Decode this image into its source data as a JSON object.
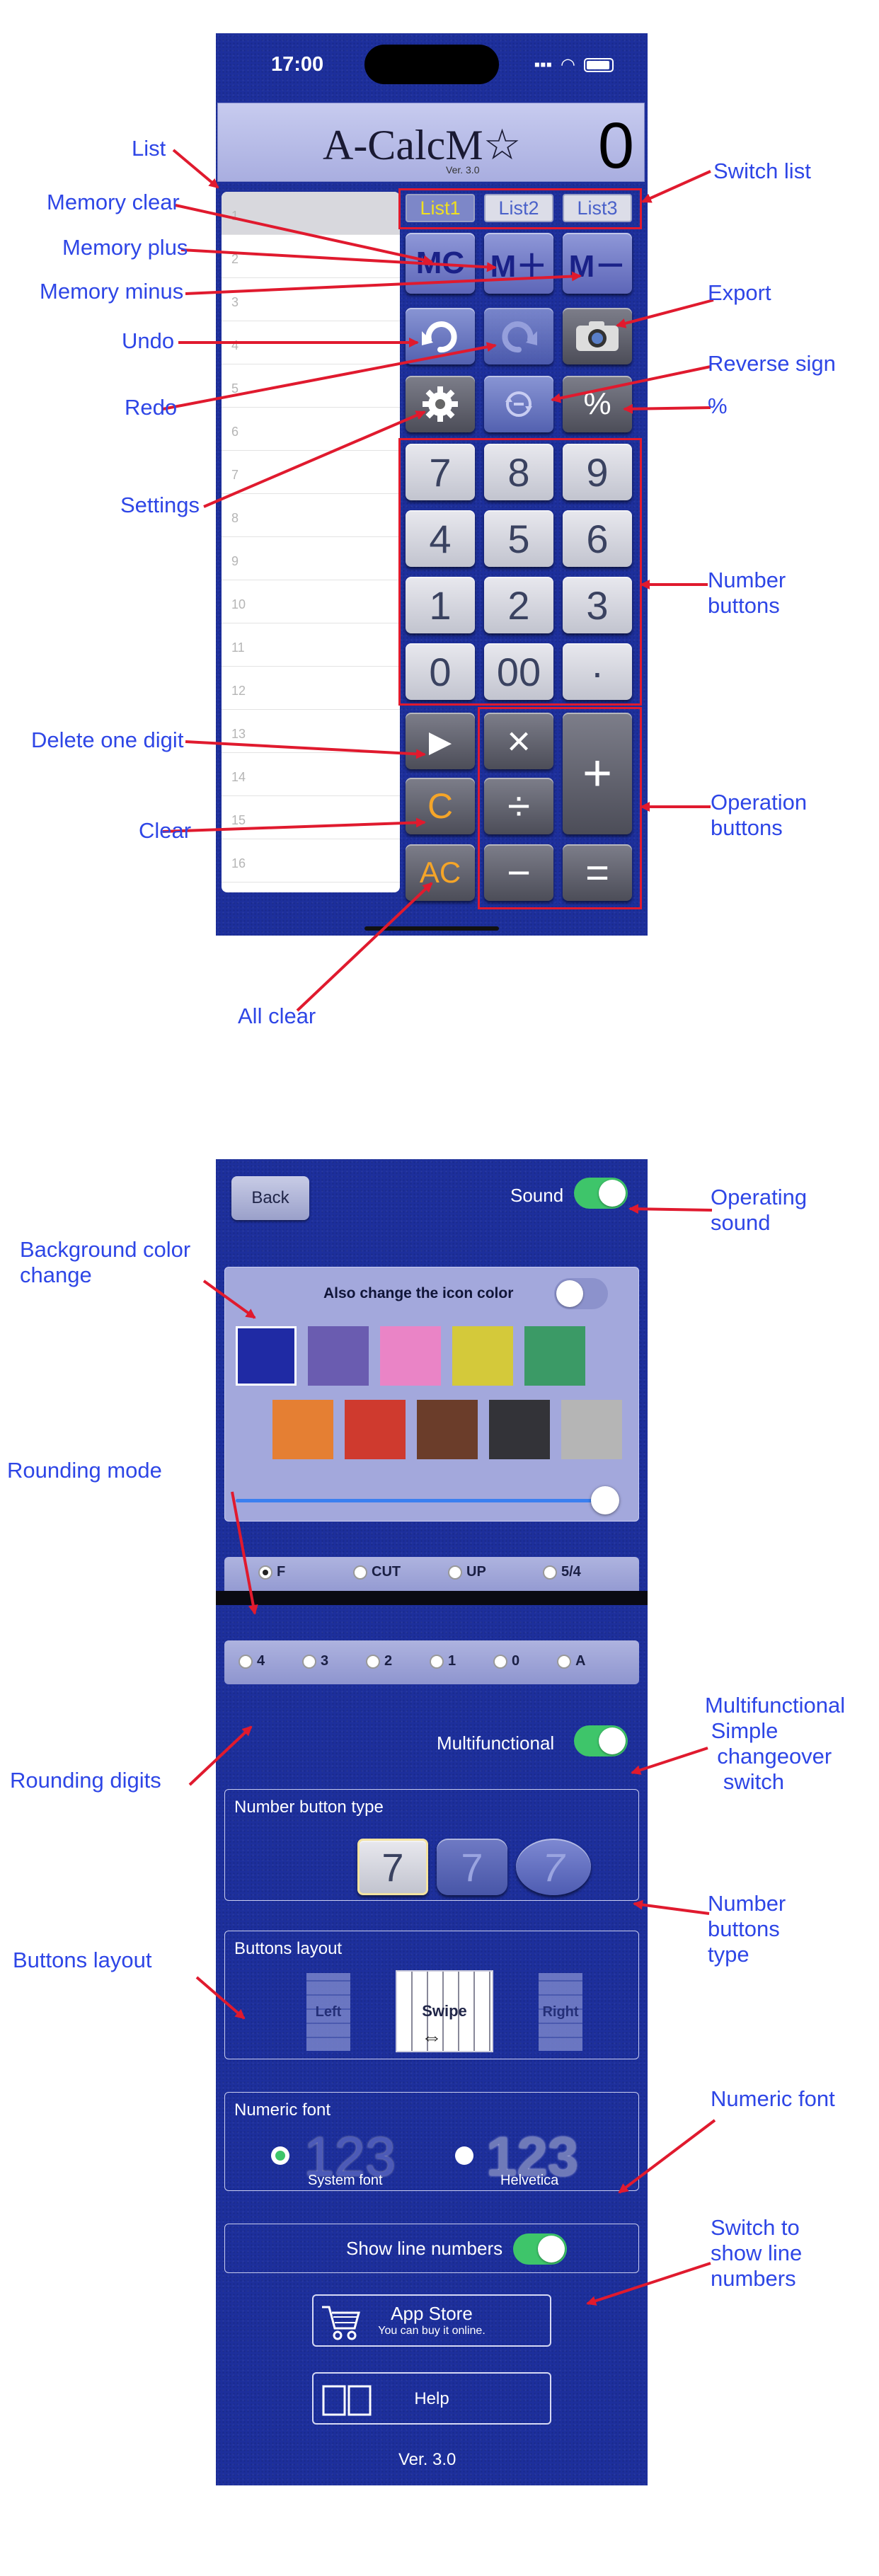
{
  "status": {
    "time": "17:00"
  },
  "calculator": {
    "app_name": "A-CalcM",
    "star": "☆",
    "version_small": "Ver. 3.0",
    "display_value": "0",
    "list_tabs": [
      "List1",
      "List2",
      "List3"
    ],
    "list_rows": [
      "1",
      "2",
      "3",
      "4",
      "5",
      "6",
      "7",
      "8",
      "9",
      "10",
      "11",
      "12",
      "13",
      "14",
      "15",
      "16"
    ],
    "keys": {
      "mc": "MC",
      "mplus": "M＋",
      "mminus": "M－",
      "percent": "%",
      "n7": "7",
      "n8": "8",
      "n9": "9",
      "n4": "4",
      "n5": "5",
      "n6": "6",
      "n1": "1",
      "n2": "2",
      "n3": "3",
      "n0": "0",
      "n00": "00",
      "dot": "·",
      "delete": "▶",
      "clear": "C",
      "allclear": "AC",
      "multiply": "×",
      "divide": "÷",
      "minus": "−",
      "plus": "+",
      "equals": "="
    }
  },
  "annotations_top": {
    "list": "List",
    "memory_clear": "Memory clear",
    "memory_plus": "Memory plus",
    "memory_minus": "Memory minus",
    "undo": "Undo",
    "redo": "Redo",
    "settings": "Settings",
    "delete_one_digit": "Delete one digit",
    "clear": "Clear",
    "all_clear": "All clear",
    "switch_list": "Switch list",
    "export": "Export",
    "reverse_sign": "Reverse sign",
    "percent": "%",
    "number_buttons": [
      "Number",
      "buttons"
    ],
    "operation_buttons": [
      "Operation",
      "buttons"
    ]
  },
  "settings": {
    "back": "Back",
    "sound": "Sound",
    "also_change_icon_color": "Also change the icon color",
    "swatches_row1": [
      "#1f2aa4",
      "#6a5cb0",
      "#ea84c6",
      "#d4c93a",
      "#3b9a66"
    ],
    "swatches_row2": [
      "#e57f33",
      "#cf3a2e",
      "#6b3d2a",
      "#333338",
      "#b5b5b5"
    ],
    "rounding_modes": [
      "F",
      "CUT",
      "UP",
      "5/4"
    ],
    "rounding_digits": [
      "4",
      "3",
      "2",
      "1",
      "0",
      "A"
    ],
    "multifunctional": "Multifunctional",
    "number_button_type": "Number button type",
    "number_button_sample": "7",
    "buttons_layout": "Buttons layout",
    "layout_options": [
      "Left",
      "Swipe",
      "Right"
    ],
    "numeric_font": "Numeric font",
    "font_sample": "123",
    "font_system": "System font",
    "font_helvetica": "Helvetica",
    "show_line_numbers": "Show line numbers",
    "app_store": "App Store",
    "app_store_sub": "You can buy it online.",
    "help": "Help",
    "version": "Ver. 3.0"
  },
  "annotations_bottom": {
    "operating_sound": [
      "Operating",
      "sound"
    ],
    "background_color_change": [
      "Background color",
      "change"
    ],
    "rounding_mode": "Rounding mode",
    "rounding_digits": "Rounding digits",
    "multifunctional": [
      "Multifunctional",
      "Simple",
      "changeover",
      "switch"
    ],
    "number_buttons_type": [
      "Number",
      "buttons",
      "type"
    ],
    "buttons_layout": "Buttons layout",
    "numeric_font": "Numeric font",
    "show_line_numbers": [
      "Switch to",
      "show line",
      "numbers"
    ]
  },
  "colors": {
    "background_blue": "#1d2f9c",
    "annotation": "#2e46e6",
    "arrow": "#e01a2e",
    "toggle_on": "#3ec56a"
  }
}
